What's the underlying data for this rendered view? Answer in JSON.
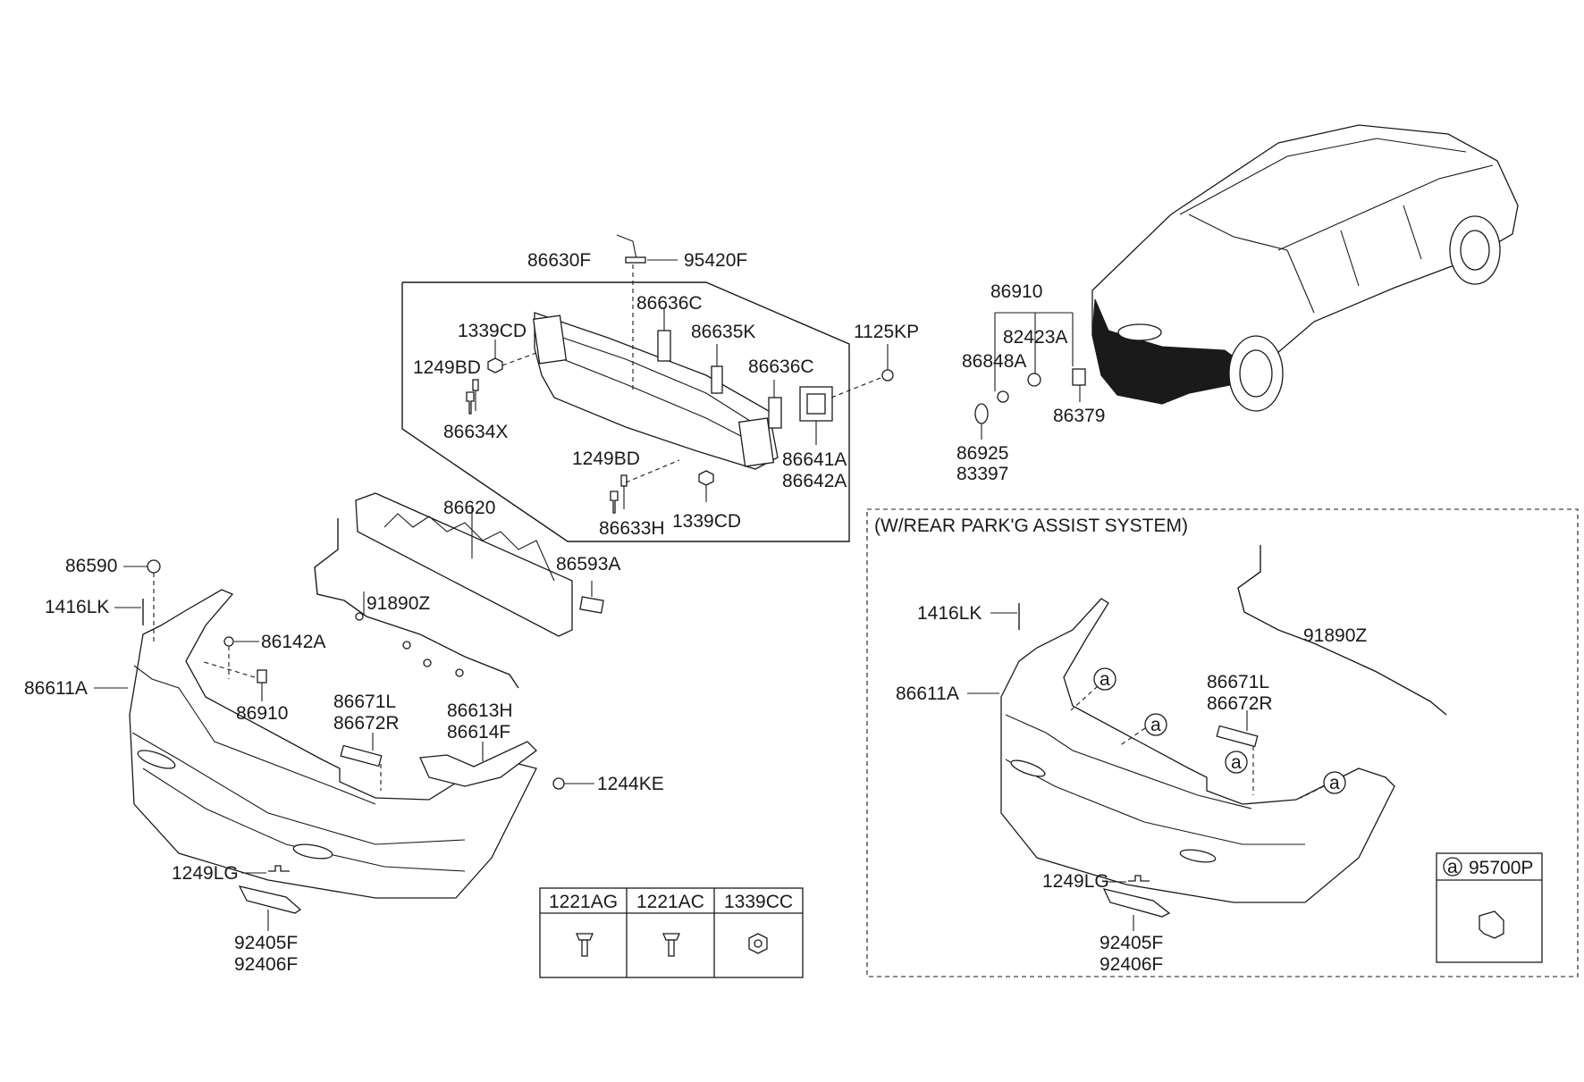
{
  "labels": {
    "p86630F": "86630F",
    "p95420F": "95420F",
    "p86636C_a": "86636C",
    "p86635K": "86635K",
    "p86636C_b": "86636C",
    "p1339CD_a": "1339CD",
    "p1249BD_a": "1249BD",
    "p86634X": "86634X",
    "p1125KP": "1125KP",
    "p86641A": "86641A",
    "p86642A": "86642A",
    "p1249BD_b": "1249BD",
    "p86633H": "86633H",
    "p1339CD_b": "1339CD",
    "p86620": "86620",
    "p86593A": "86593A",
    "p86590": "86590",
    "p1416LK": "1416LK",
    "p86142A": "86142A",
    "p91890Z": "91890Z",
    "p86611A": "86611A",
    "p86910_a": "86910",
    "p86671L": "86671L",
    "p86672R": "86672R",
    "p86613H": "86613H",
    "p86614F": "86614F",
    "p1244KE": "1244KE",
    "p1249LG": "1249LG",
    "p92405F": "92405F",
    "p92406F": "92406F",
    "p86910_b": "86910",
    "p82423A": "82423A",
    "p86848A": "86848A",
    "p86379": "86379",
    "p86925": "86925",
    "p83397": "83397"
  },
  "fastener_table": {
    "headers": [
      "1221AG",
      "1221AC",
      "1339CC"
    ]
  },
  "park_assist": {
    "title": "(W/REAR PARK'G ASSIST SYSTEM)",
    "p1416LK": "1416LK",
    "p91890Z": "91890Z",
    "p86611A": "86611A",
    "p86671L": "86671L",
    "p86672R": "86672R",
    "p1249LG": "1249LG",
    "p92405F": "92405F",
    "p92406F": "92406F",
    "callout": "a",
    "sensor_part": "95700P"
  }
}
